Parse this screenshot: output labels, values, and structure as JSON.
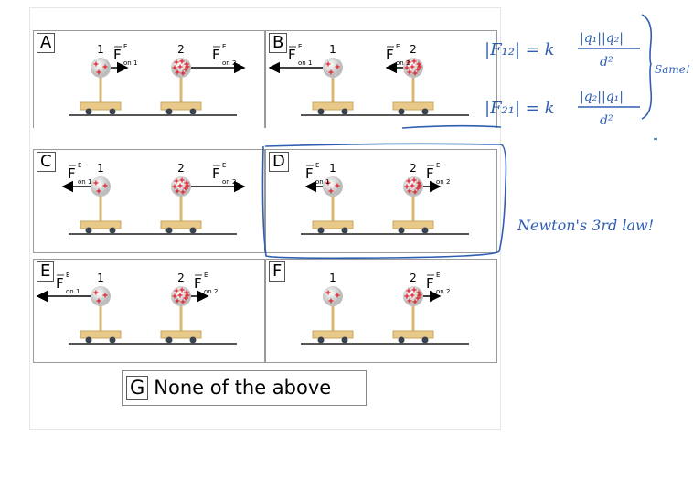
{
  "panels": [
    {
      "label": "A",
      "f1": {
        "dir": "right",
        "len": "short"
      },
      "f2": {
        "dir": "right",
        "len": "long"
      }
    },
    {
      "label": "B",
      "f1": {
        "dir": "left",
        "len": "long"
      },
      "f2": {
        "dir": "left",
        "len": "short"
      }
    },
    {
      "label": "C",
      "f1": {
        "dir": "left",
        "len": "medium"
      },
      "f2": {
        "dir": "right",
        "len": "long"
      }
    },
    {
      "label": "D",
      "f1": {
        "dir": "left",
        "len": "short"
      },
      "f2": {
        "dir": "right",
        "len": "short"
      }
    },
    {
      "label": "E",
      "f1": {
        "dir": "left",
        "len": "long"
      },
      "f2": {
        "dir": "right",
        "len": "short"
      }
    },
    {
      "label": "F",
      "f1": {
        "dir": "none",
        "len": "none"
      },
      "f2": {
        "dir": "right",
        "len": "short"
      }
    }
  ],
  "charge_labels": {
    "one": "1",
    "two": "2"
  },
  "force_symbol": "F",
  "force_super": "E",
  "force_sub_1": "on 1",
  "force_sub_2": "on 2",
  "option_g": {
    "label": "G",
    "text": "None of the above"
  },
  "annotations": {
    "eq1_lhs": "|F₁₂| = k",
    "eq1_num": "|q₁||q₂|",
    "eq1_den": "d²",
    "eq2_lhs": "|F₂₁| = k",
    "eq2_num": "|q₂||q₁|",
    "eq2_den": "d²",
    "same": "Same!",
    "newton": "Newton's 3rd law!"
  },
  "colors": {
    "ink": "#2f5fb3",
    "charge": "#e0202a",
    "cart": "#e8c98a",
    "wheel": "#3b4350"
  }
}
